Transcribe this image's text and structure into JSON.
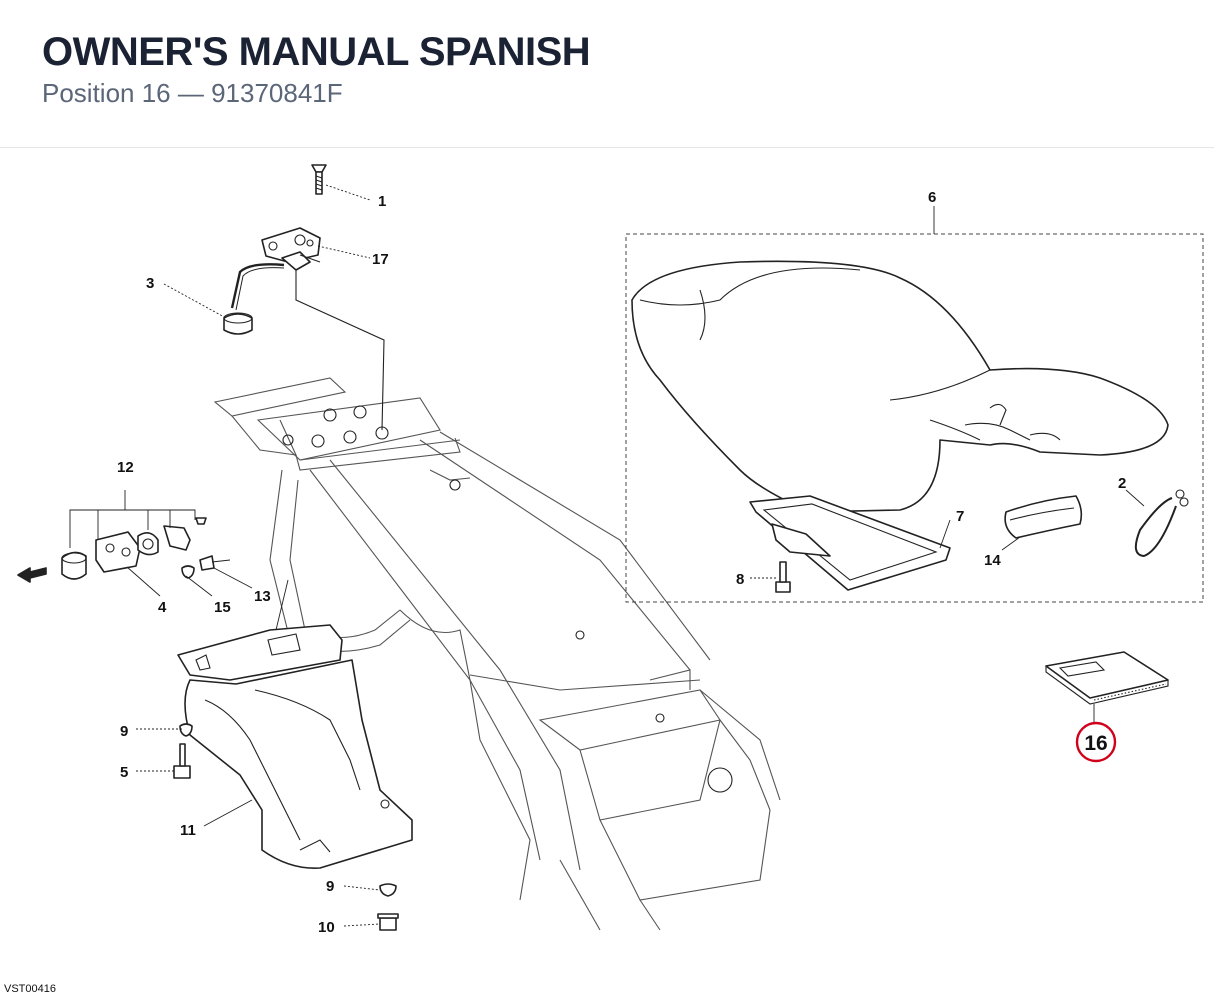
{
  "header": {
    "title": "OWNER'S MANUAL SPANISH",
    "subtitle": "Position 16 — 91370841F"
  },
  "diagram": {
    "callouts": {
      "c1": "1",
      "c2": "2",
      "c3": "3",
      "c4": "4",
      "c5": "5",
      "c6": "6",
      "c7": "7",
      "c8": "8",
      "c9a": "9",
      "c9b": "9",
      "c10": "10",
      "c11": "11",
      "c12": "12",
      "c13": "13",
      "c14": "14",
      "c15": "15",
      "c16": "16",
      "c17": "17"
    },
    "highlight_color": "#d0021b",
    "code": "VST00416"
  }
}
